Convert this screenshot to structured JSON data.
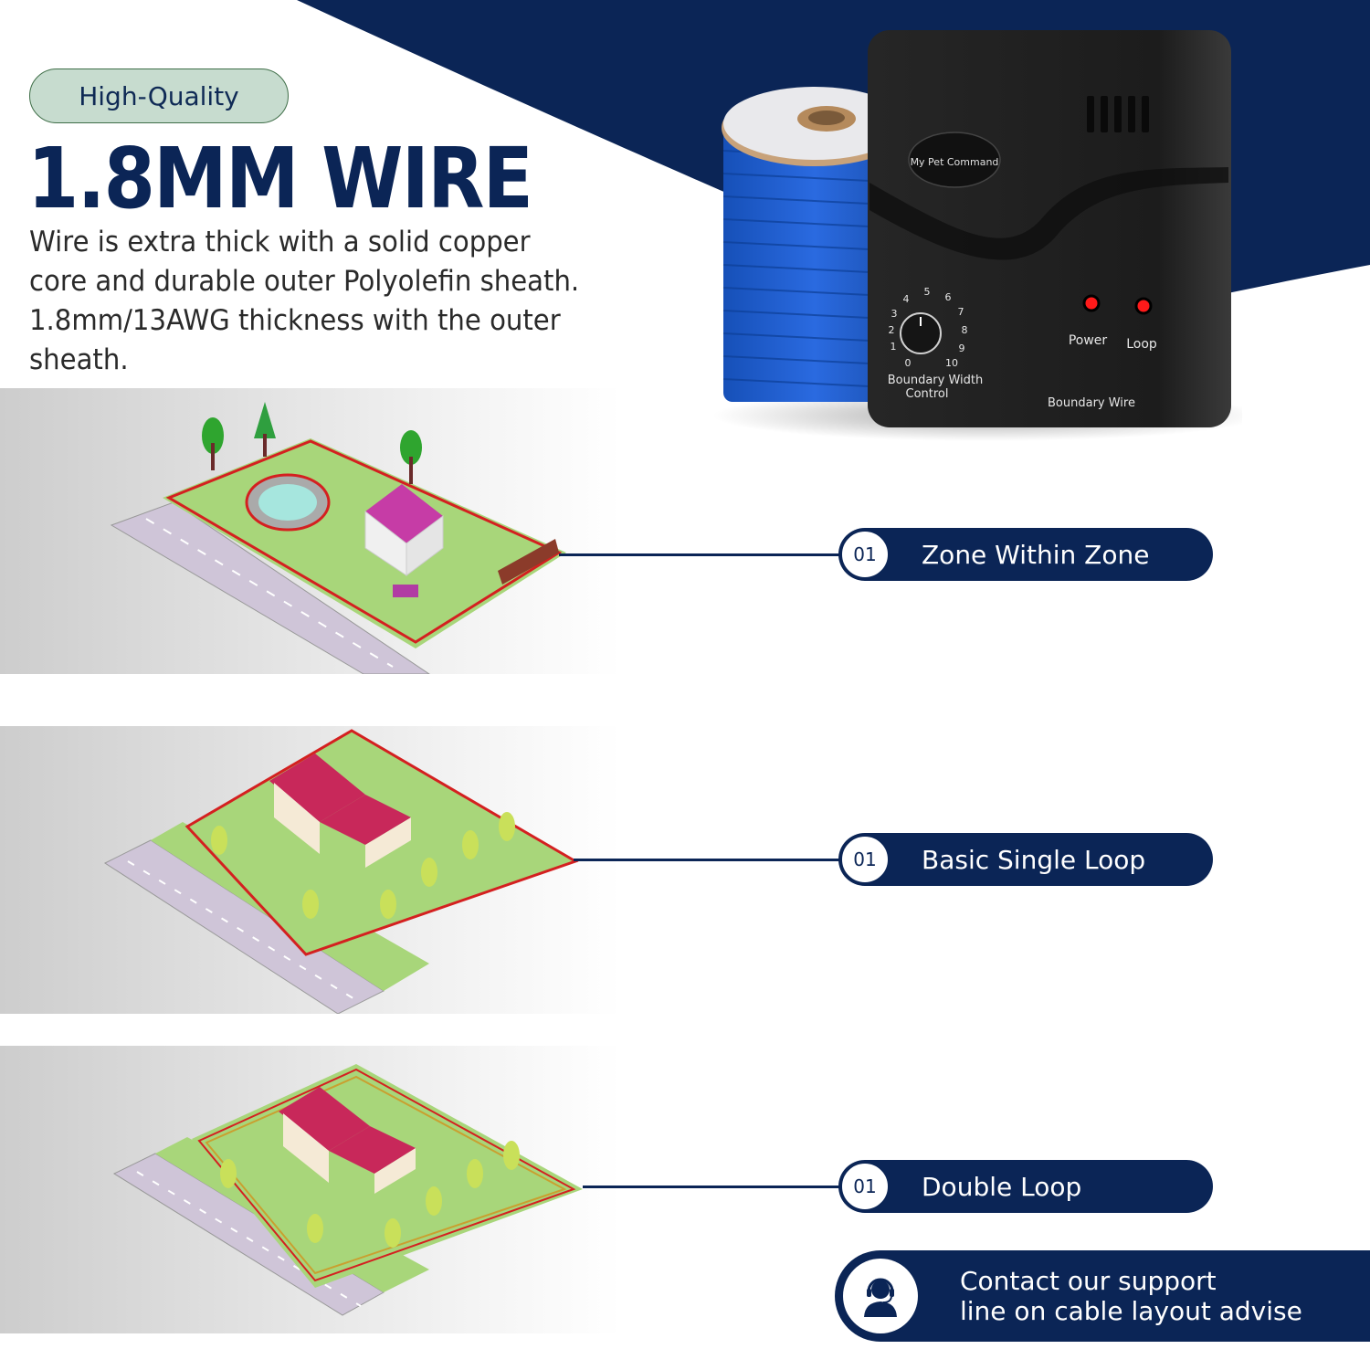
{
  "colors": {
    "navy": "#0b2556",
    "badge_fill": "#c7dccf",
    "badge_border": "#3f6e48",
    "body_text": "#2a2a2a",
    "wire_blue": "#1f5fcc",
    "boundary_red": "#d42020",
    "lawn_green": "#9ed36a"
  },
  "header": {
    "badge_label": "High-Quality",
    "title": "1.8MM WIRE",
    "description_lines": [
      "Wire is extra thick with a solid copper",
      "core and durable outer Polyolefin  sheath.",
      "1.8mm/13AWG thickness with the outer",
      "sheath."
    ]
  },
  "product": {
    "brand": "My Pet Command",
    "dial_numbers": [
      "0",
      "1",
      "2",
      "3",
      "4",
      "5",
      "6",
      "7",
      "8",
      "9",
      "10"
    ],
    "dial_label_line1": "Boundary  Width",
    "dial_label_line2": "Control",
    "led_power_label": "Power",
    "led_loop_label": "Loop",
    "footer_label": "Boundary  Wire"
  },
  "layouts": [
    {
      "number": "01",
      "label": "Zone Within Zone",
      "illustration": "yard-with-pool-inner-zone"
    },
    {
      "number": "01",
      "label": "Basic Single Loop",
      "illustration": "yard-single-loop"
    },
    {
      "number": "01",
      "label": "Double Loop",
      "illustration": "yard-double-loop"
    }
  ],
  "support": {
    "icon": "headset-agent-icon",
    "line1": "Contact our support",
    "line2": "line on cable layout advise"
  }
}
